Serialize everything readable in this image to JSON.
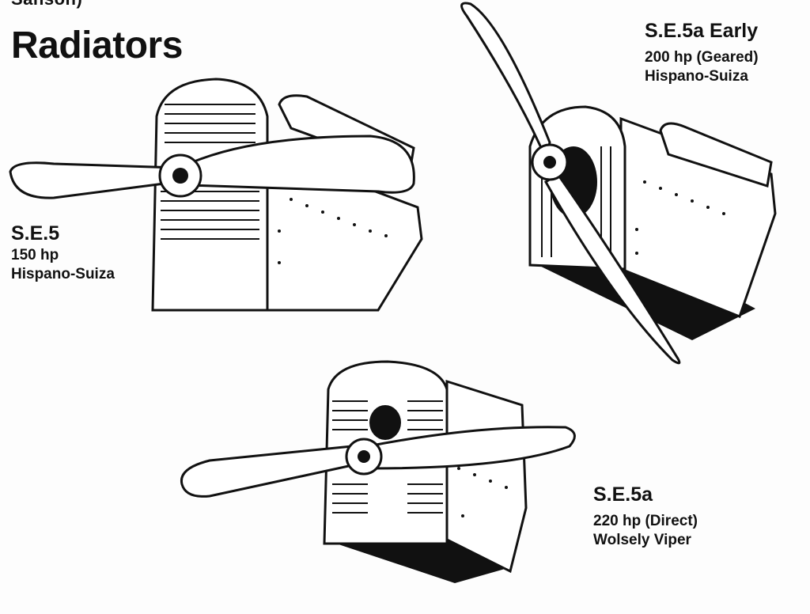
{
  "top_caption": "Sanson)",
  "heading": "Radiators",
  "variants": [
    {
      "name": "S.E.5",
      "power": "150 hp",
      "engine": "Hispano-Suiza",
      "icon": "radiator-se5-drawing"
    },
    {
      "name": "S.E.5a Early",
      "power": "200 hp (Geared)",
      "engine": "Hispano-Suiza",
      "icon": "radiator-se5a-early-drawing"
    },
    {
      "name": "S.E.5a",
      "power": "220 hp (Direct)",
      "engine": "Wolsely Viper",
      "icon": "radiator-se5a-viper-drawing"
    }
  ]
}
